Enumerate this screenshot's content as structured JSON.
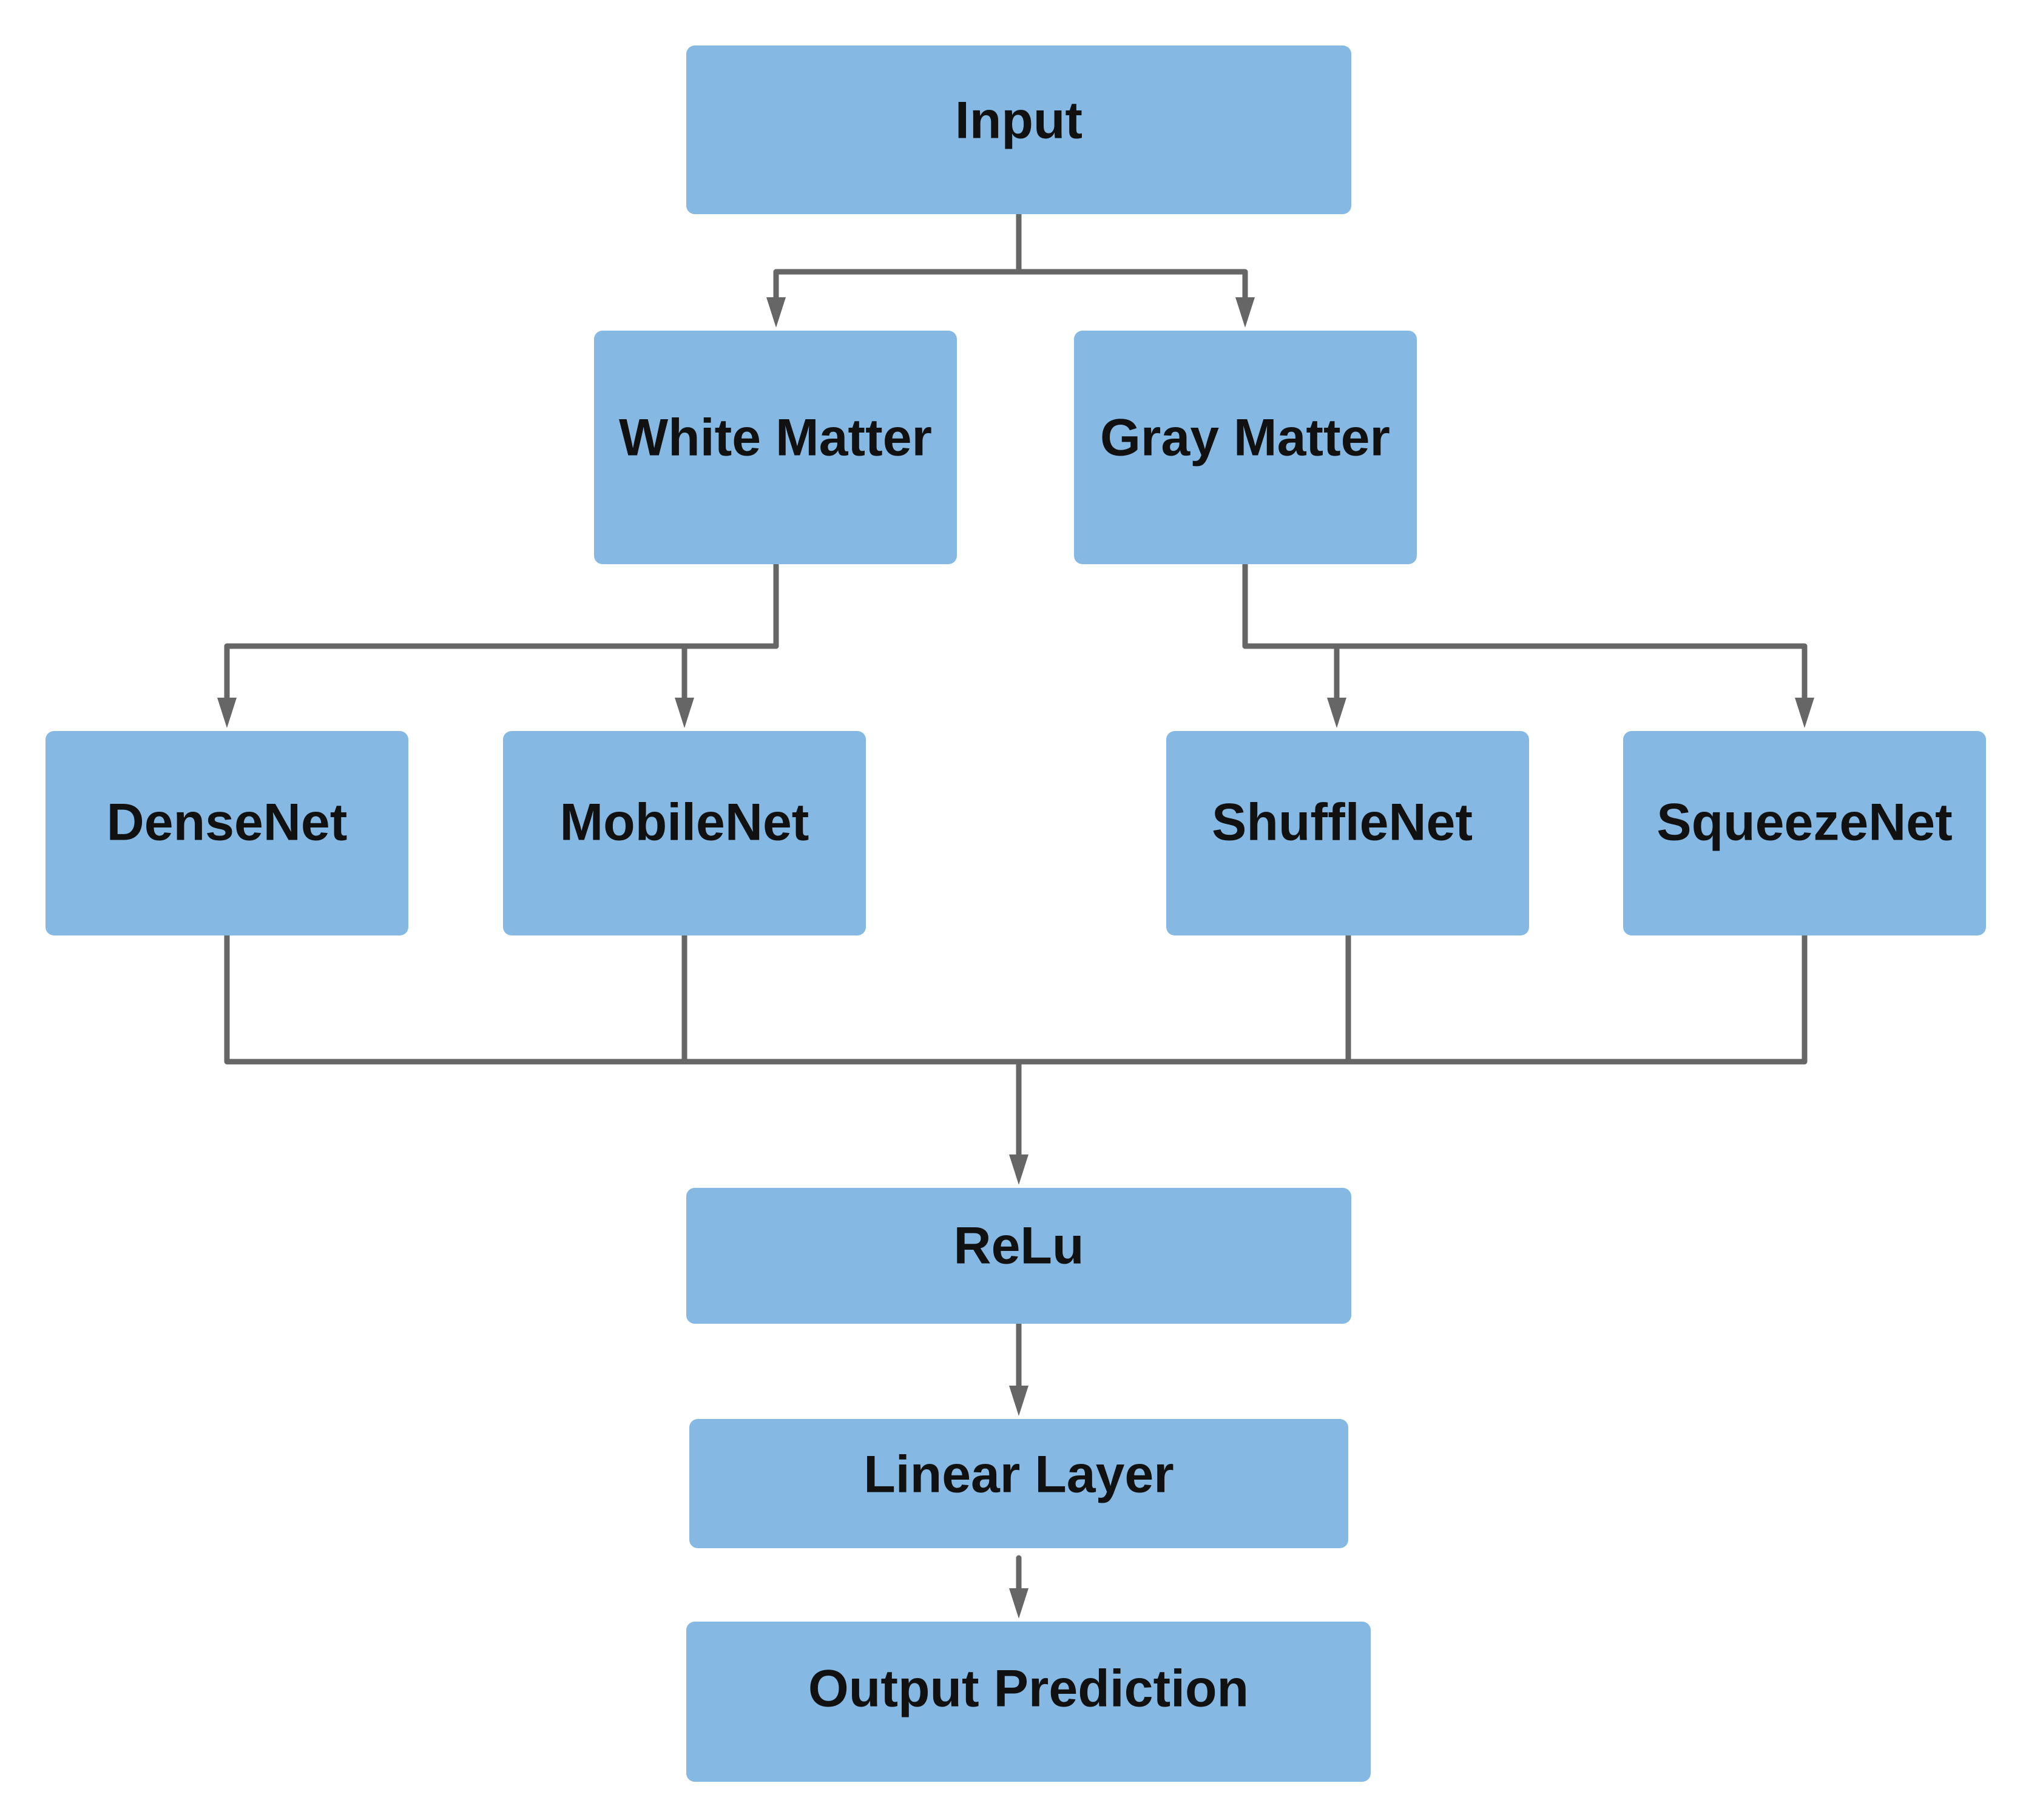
{
  "diagram": {
    "type": "flowchart",
    "colors": {
      "node_fill": "#85B9E3",
      "edge": "#666666",
      "text": "#111111",
      "background": "#FFFFFF"
    },
    "nodes": [
      {
        "id": "input",
        "label": "Input"
      },
      {
        "id": "white_matter",
        "label": "White Matter"
      },
      {
        "id": "gray_matter",
        "label": "Gray Matter"
      },
      {
        "id": "densenet",
        "label": "DenseNet"
      },
      {
        "id": "mobilenet",
        "label": "MobileNet"
      },
      {
        "id": "shufflenet",
        "label": "ShuffleNet"
      },
      {
        "id": "squeezenet",
        "label": "SqueezeNet"
      },
      {
        "id": "relu",
        "label": "ReLu"
      },
      {
        "id": "linear_layer",
        "label": "Linear Layer"
      },
      {
        "id": "output_prediction",
        "label": "Output Prediction"
      }
    ],
    "edges": [
      {
        "from": "input",
        "to": "white_matter"
      },
      {
        "from": "input",
        "to": "gray_matter"
      },
      {
        "from": "white_matter",
        "to": "densenet"
      },
      {
        "from": "white_matter",
        "to": "mobilenet"
      },
      {
        "from": "gray_matter",
        "to": "shufflenet"
      },
      {
        "from": "gray_matter",
        "to": "squeezenet"
      },
      {
        "from": "densenet",
        "to": "relu"
      },
      {
        "from": "mobilenet",
        "to": "relu"
      },
      {
        "from": "shufflenet",
        "to": "relu"
      },
      {
        "from": "squeezenet",
        "to": "relu"
      },
      {
        "from": "relu",
        "to": "linear_layer"
      },
      {
        "from": "linear_layer",
        "to": "output_prediction"
      }
    ]
  }
}
